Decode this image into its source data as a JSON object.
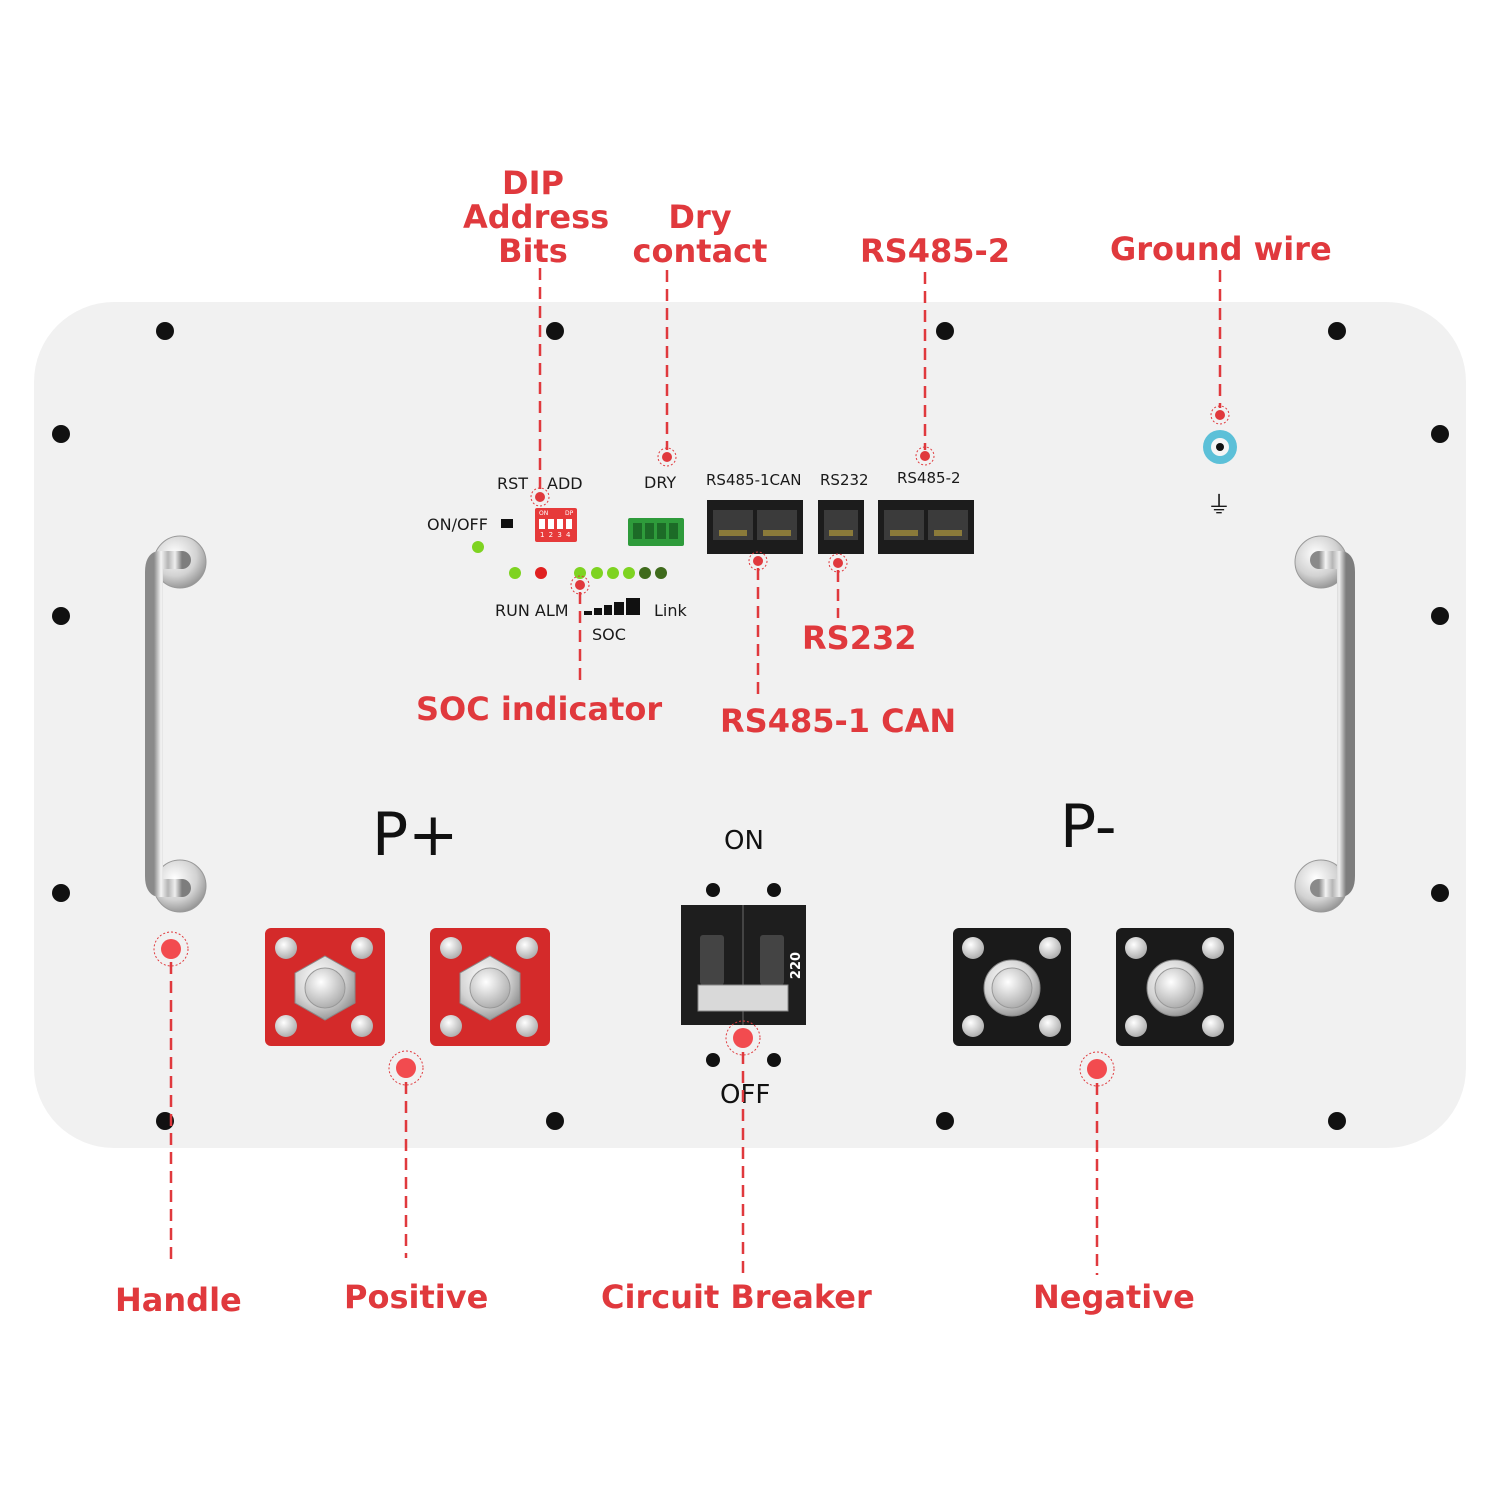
{
  "callouts": {
    "dip": [
      "DIP",
      "Address",
      "Bits"
    ],
    "dry": [
      "Dry",
      "contact"
    ],
    "rs485_2": "RS485-2",
    "ground": "Ground wire",
    "rs232": "RS232",
    "soc": "SOC indicator",
    "rs485_1": "RS485-1 CAN",
    "handle": "Handle",
    "positive": "Positive",
    "breaker": "Circuit Breaker",
    "negative": "Negative"
  },
  "panel": {
    "rst": "RST",
    "add": "ADD",
    "on_off": "ON/OFF",
    "dry": "DRY",
    "rs485_1can": "RS485-1CAN",
    "rs232": "RS232",
    "rs485_2": "RS485-2",
    "run_alm": "RUN ALM",
    "link": "Link",
    "soc": "SOC",
    "p_plus": "P+",
    "p_minus": "P-",
    "on": "ON",
    "off": "OFF",
    "breaker_rating": "220",
    "dip_on": "ON",
    "dip_dp": "DP",
    "dip_numbers": "1 2 3 4",
    "ground_symbol": "⏚"
  },
  "colors": {
    "accent": "#e0393d",
    "panel": "#f1f1f1",
    "led_green": "#7ed321",
    "led_red": "#e02020",
    "terminal_red": "#d42a2a",
    "terminal_black": "#1a1a1a"
  },
  "icons": {
    "ground": "ground-symbol-icon",
    "leds": "led-indicator-icon",
    "soc_bars": "soc-bars-icon"
  }
}
